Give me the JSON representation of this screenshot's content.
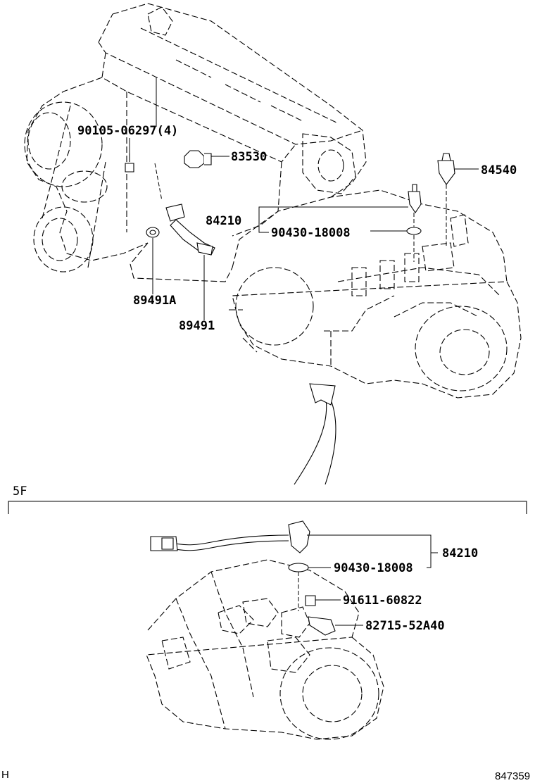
{
  "section_label": "5F",
  "drawing_number": "847359",
  "corner_mark": "H",
  "part_numbers": {
    "bolt_set": "90105-06297(4)",
    "oil_pressure_switch": "83530",
    "back_up_lamp_switch": "84210",
    "gasket_upper": "90430-18008",
    "neutral_start_switch": "84540",
    "sensor_seal": "89491A",
    "speed_sensor": "89491",
    "back_up_lamp_switch_5f": "84210",
    "gasket_5f": "90430-18008",
    "bolt_5f": "91611-60822",
    "clamp_5f": "82715-52A40"
  }
}
